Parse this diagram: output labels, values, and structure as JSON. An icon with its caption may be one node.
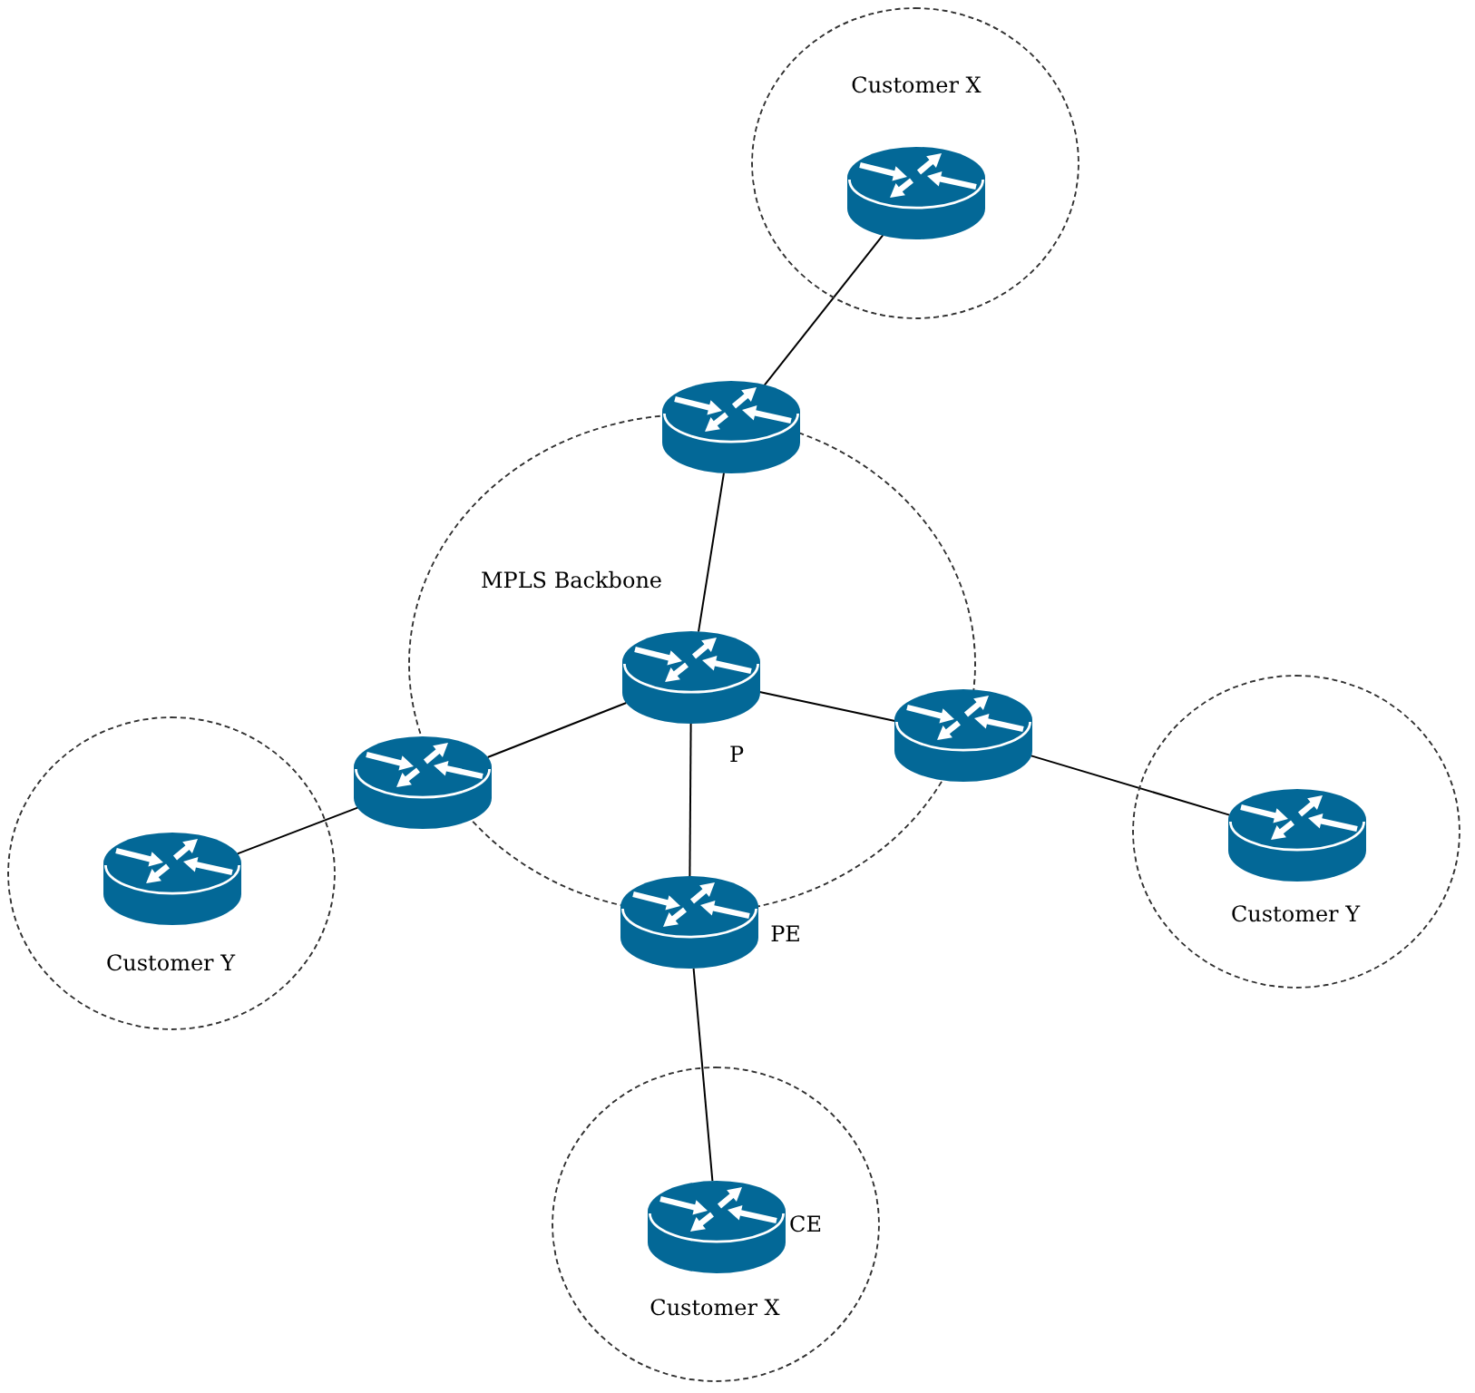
{
  "diagram": {
    "nodes": [
      {
        "text": [
          "Customer X"
        ]
      },
      {
        "text": [],
        "shape": "picture",
        "in": 0
      },
      {
        "text": [
          "MPLS Backbone"
        ]
      },
      {
        "text": [],
        "shape": "picture"
      },
      {
        "text": [],
        "shape": "picture",
        "in": 2,
        "beside": [
          "P"
        ]
      },
      {
        "text": [],
        "shape": "picture"
      },
      {
        "text": [],
        "shape": "picture"
      },
      {
        "text": [
          "Customer Y"
        ]
      },
      {
        "text": [],
        "shape": "picture",
        "in": 7
      },
      {
        "text": [
          "Customer Y"
        ]
      },
      {
        "text": [],
        "shape": "picture",
        "in": 9
      },
      {
        "text": [],
        "shape": "picture",
        "beside": [
          "PE"
        ]
      },
      {
        "text": [
          "Customer X"
        ]
      },
      {
        "text": [],
        "shape": "picture",
        "in": 12,
        "beside": [
          "CE"
        ]
      }
    ],
    "edges": [
      {
        "from": 1,
        "to": 3,
        "arrow": "none"
      },
      {
        "from": 3,
        "to": 4,
        "arrow": "none"
      },
      {
        "from": 4,
        "to": 6,
        "arrow": "none"
      },
      {
        "from": 4,
        "to": 5,
        "arrow": "none"
      },
      {
        "from": 6,
        "to": 8,
        "arrow": "none"
      },
      {
        "from": 5,
        "to": 10,
        "arrow": "none"
      },
      {
        "from": 4,
        "to": 11,
        "arrow": "none"
      },
      {
        "from": 11,
        "to": 13,
        "arrow": "none"
      }
    ]
  }
}
